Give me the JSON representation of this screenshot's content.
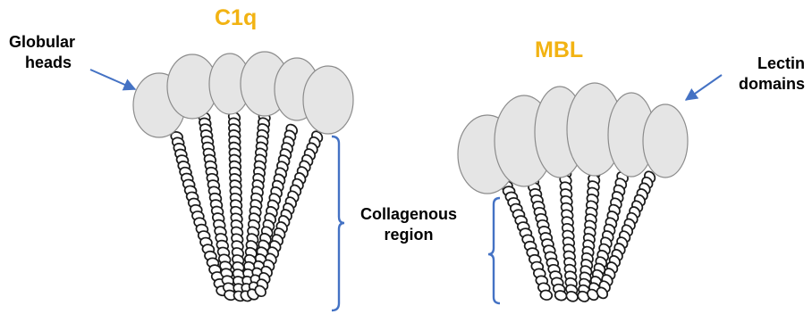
{
  "colors": {
    "title": "#F2B313",
    "head_fill": "#E5E5E5",
    "head_stroke": "#8C8C8C",
    "arrow": "#4472C4",
    "bracket": "#4472C4",
    "helix": "#1A1A1A"
  },
  "c1q": {
    "title": "C1q",
    "label_heads": [
      "Globular",
      "heads"
    ]
  },
  "mbl": {
    "title": "MBL",
    "label_domains": [
      "Lectin",
      "domains"
    ]
  },
  "collagen_label": [
    "Collagenous",
    "region"
  ]
}
